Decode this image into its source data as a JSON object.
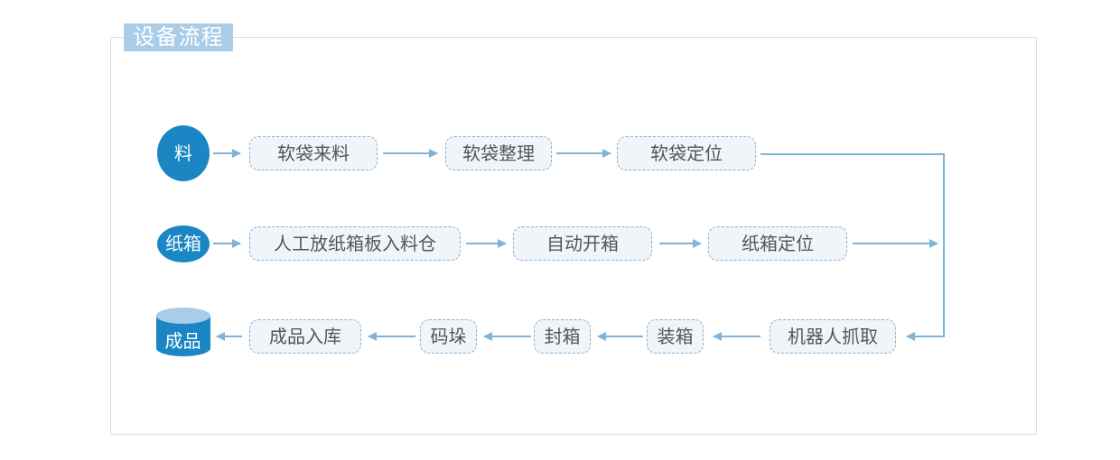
{
  "title": "设备流程",
  "inputs": {
    "material": "料",
    "carton": "纸箱",
    "product": "成品"
  },
  "row1": [
    "软袋来料",
    "软袋整理",
    "软袋定位"
  ],
  "row2": [
    "人工放纸箱板入料仓",
    "自动开箱",
    "纸箱定位"
  ],
  "row3": [
    "机器人抓取",
    "装箱",
    "封箱",
    "码垛",
    "成品入库"
  ],
  "colors": {
    "accent": "#1a87c4",
    "arrow": "#7fb4d8",
    "tab": "#a9cde8",
    "box_fill": "#f1f5f9"
  }
}
